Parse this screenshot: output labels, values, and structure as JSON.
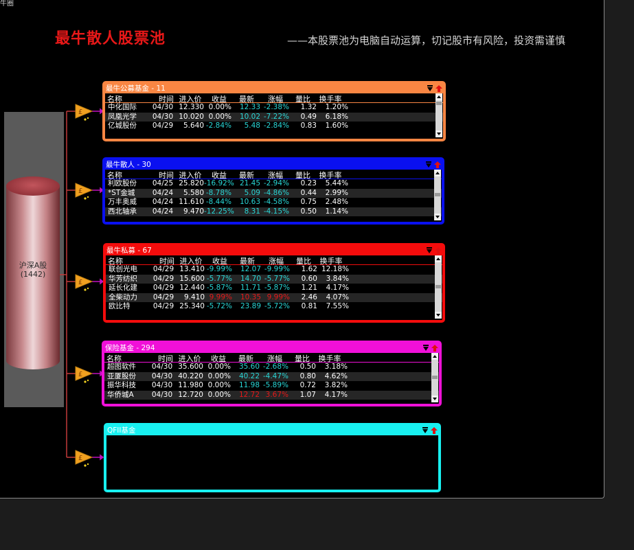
{
  "window": {
    "tag": "牛圈"
  },
  "header": {
    "title": "最牛散人股票池",
    "subtitle": "——本股票池为电脑自动运算，切记股市有风险，投资需谨慎"
  },
  "source": {
    "line1": "沪深A股",
    "line2": "(1442)"
  },
  "columns": {
    "name": "名称",
    "time": "时间",
    "price": "进入价",
    "pct": "收益",
    "latest": "最新",
    "chg": "涨幅",
    "vr": "量比",
    "turn": "换手率"
  },
  "icons": {
    "menu": "menu-down-icon",
    "up": "red-up-arrow-icon",
    "money": "money-funnel-icon"
  },
  "colors": {
    "up": "#e81818",
    "down": "#29d6d6",
    "neutral": "#ffffff"
  },
  "pools": [
    {
      "title": "最牛公募基金 - 11",
      "color": "#f98643",
      "rows": [
        [
          "中化国际",
          "04/30",
          "12.330",
          "0.00%",
          "12.33",
          "-2.38%",
          "1.32",
          "1.20%"
        ],
        [
          "凤凰光学",
          "04/30",
          "10.020",
          "0.00%",
          "10.02",
          "-7.22%",
          "0.49",
          "6.18%"
        ],
        [
          "亿城股份",
          "04/29",
          "5.640",
          "-2.84%",
          "5.48",
          "-2.84%",
          "0.83",
          "1.60%"
        ]
      ]
    },
    {
      "title": "最牛散人 - 30",
      "color": "#0a10f0",
      "rows": [
        [
          "利欧股份",
          "04/25",
          "25.820",
          "-16.92%",
          "21.45",
          "-2.94%",
          "0.23",
          "5.44%"
        ],
        [
          "*ST金城",
          "04/24",
          "5.580",
          "-8.78%",
          "5.09",
          "-4.86%",
          "0.44",
          "2.99%"
        ],
        [
          "万丰奥威",
          "04/24",
          "11.610",
          "-8.44%",
          "10.63",
          "-4.58%",
          "0.75",
          "2.48%"
        ],
        [
          "西北轴承",
          "04/24",
          "9.470",
          "-12.25%",
          "8.31",
          "-4.15%",
          "0.50",
          "1.14%"
        ]
      ]
    },
    {
      "title": "最牛私募 - 67",
      "color": "#f40c0c",
      "rows": [
        [
          "联创光电",
          "04/29",
          "13.410",
          "-9.99%",
          "12.07",
          "-9.99%",
          "1.62",
          "12.18%"
        ],
        [
          "华芳纺织",
          "04/29",
          "15.600",
          "-5.77%",
          "14.70",
          "-5.77%",
          "0.60",
          "3.84%"
        ],
        [
          "延长化建",
          "04/29",
          "12.440",
          "-5.87%",
          "11.71",
          "-5.87%",
          "1.21",
          "4.17%"
        ],
        [
          "全柴动力",
          "04/29",
          "9.410",
          "9.99%",
          "10.35",
          "9.99%",
          "2.46",
          "4.07%"
        ],
        [
          "欧比特",
          "04/29",
          "25.340",
          "-5.72%",
          "23.89",
          "-5.72%",
          "0.81",
          "7.55%"
        ]
      ]
    },
    {
      "title": "保险基金 - 294",
      "color": "#f010d8",
      "rows": [
        [
          "超图软件",
          "04/30",
          "35.600",
          "0.00%",
          "35.60",
          "-2.68%",
          "0.50",
          "3.18%"
        ],
        [
          "亚厦股份",
          "04/30",
          "40.220",
          "0.00%",
          "40.22",
          "-4.47%",
          "0.80",
          "4.62%"
        ],
        [
          "振华科技",
          "04/30",
          "11.980",
          "0.00%",
          "11.98",
          "-5.89%",
          "0.72",
          "3.82%"
        ],
        [
          "华侨城A",
          "04/30",
          "12.720",
          "0.00%",
          "12.72",
          "3.67%",
          "1.07",
          "4.17%"
        ]
      ]
    },
    {
      "title": "QFII基金",
      "color": "#18f0f0",
      "rows": []
    }
  ]
}
